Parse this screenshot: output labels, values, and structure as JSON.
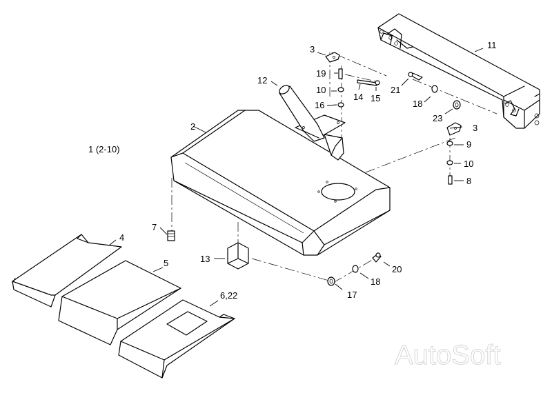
{
  "diagram": {
    "assembly_label": "1 (2-10)",
    "watermark": "AutoSoft",
    "callouts": [
      {
        "id": "c2",
        "text": "2"
      },
      {
        "id": "c3a",
        "text": "3"
      },
      {
        "id": "c3b",
        "text": "3"
      },
      {
        "id": "c4",
        "text": "4"
      },
      {
        "id": "c5",
        "text": "5"
      },
      {
        "id": "c622",
        "text": "6,22"
      },
      {
        "id": "c7",
        "text": "7"
      },
      {
        "id": "c8",
        "text": "8"
      },
      {
        "id": "c9",
        "text": "9"
      },
      {
        "id": "c10a",
        "text": "10"
      },
      {
        "id": "c10b",
        "text": "10"
      },
      {
        "id": "c11",
        "text": "11"
      },
      {
        "id": "c12",
        "text": "12"
      },
      {
        "id": "c13",
        "text": "13"
      },
      {
        "id": "c14",
        "text": "14"
      },
      {
        "id": "c15",
        "text": "15"
      },
      {
        "id": "c16",
        "text": "16"
      },
      {
        "id": "c17",
        "text": "17"
      },
      {
        "id": "c18a",
        "text": "18"
      },
      {
        "id": "c18b",
        "text": "18"
      },
      {
        "id": "c19",
        "text": "19"
      },
      {
        "id": "c20",
        "text": "20"
      },
      {
        "id": "c21",
        "text": "21"
      },
      {
        "id": "c23",
        "text": "23"
      }
    ]
  }
}
